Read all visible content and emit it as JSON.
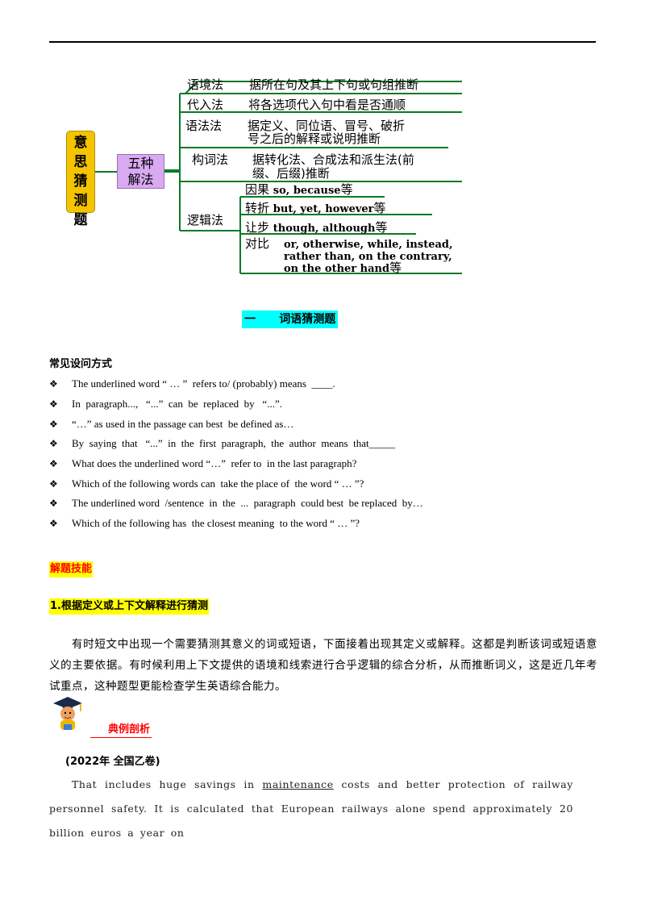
{
  "mindmap": {
    "root": "意思猜测题",
    "hub": "五种解法",
    "methods": [
      {
        "name": "语境法",
        "desc": "据所在句及其上下句或句组推断"
      },
      {
        "name": "代入法",
        "desc": "将各选项代入句中看是否通顺"
      },
      {
        "name": "语法法",
        "desc_line1": "据定义、同位语、冒号、破折",
        "desc_line2": "号之后的解释或说明推断"
      },
      {
        "name": "构词法",
        "desc_line1": "据转化法、合成法和派生法(前",
        "desc_line2": "缀、后缀)推断"
      },
      {
        "name": "逻辑法"
      }
    ],
    "logic": [
      {
        "name": "因果",
        "words": "so, because",
        "suffix": "等"
      },
      {
        "name": "转折",
        "words": "but, yet, however",
        "suffix": "等"
      },
      {
        "name": "让步",
        "words": "though, although",
        "suffix": "等"
      },
      {
        "name": "对比",
        "line1": "or, otherwise, while, instead,",
        "line2": "rather than, on the contrary,",
        "line3": "on the other hand",
        "suffix": "等"
      }
    ],
    "colors": {
      "root_fill": "#f5c400",
      "hub_fill": "#d9a9f2",
      "lines": "#0a7a28"
    }
  },
  "section": {
    "number": "一",
    "title": "词语猜测题"
  },
  "questions_heading": "常见设问方式",
  "bullet_icon": "diamond-bullet-icon",
  "questions": [
    "The underlined word “ … ”  refers to/ (probably) means  ____.",
    "In  paragraph...,   “...”  can  be  replaced  by   “...”.",
    "“…” as used in the passage can best  be defined as…",
    "By  saying  that   “...”  in  the  first  paragraph,  the  author  means  that_____",
    "What does the underlined word “…”  refer to  in the last paragraph?",
    "Which of the following words can  take the place of  the word “ … ”?",
    "The underlined word  /sentence  in  the  ...  paragraph  could best  be replaced  by…",
    "Which of the following has  the closest meaning  to the word “ … ”?"
  ],
  "skills_heading": "解题技能",
  "skill1_heading": "1.根据定义或上下文解释进行猜测",
  "skill1_text": "有时短文中出现一个需要猜测其意义的词或短语，下面接着出现其定义或解释。这都是判断该词或短语意义的主要依据。有时候利用上下文提供的语境和线索进行合乎逻辑的综合分析，从而推断词义，这是近几年考试重点，这种题型更能检查学生英语综合能力。",
  "example_title": "典例剖析",
  "example_source": "(2022年  全国乙卷)",
  "example_text": {
    "before": "That includes huge savings in ",
    "underlined": "maintenance",
    "after": " costs and better protection of railway personnel safety. It is calculated that European railways alone spend approximately 20 billion euros a year on"
  }
}
